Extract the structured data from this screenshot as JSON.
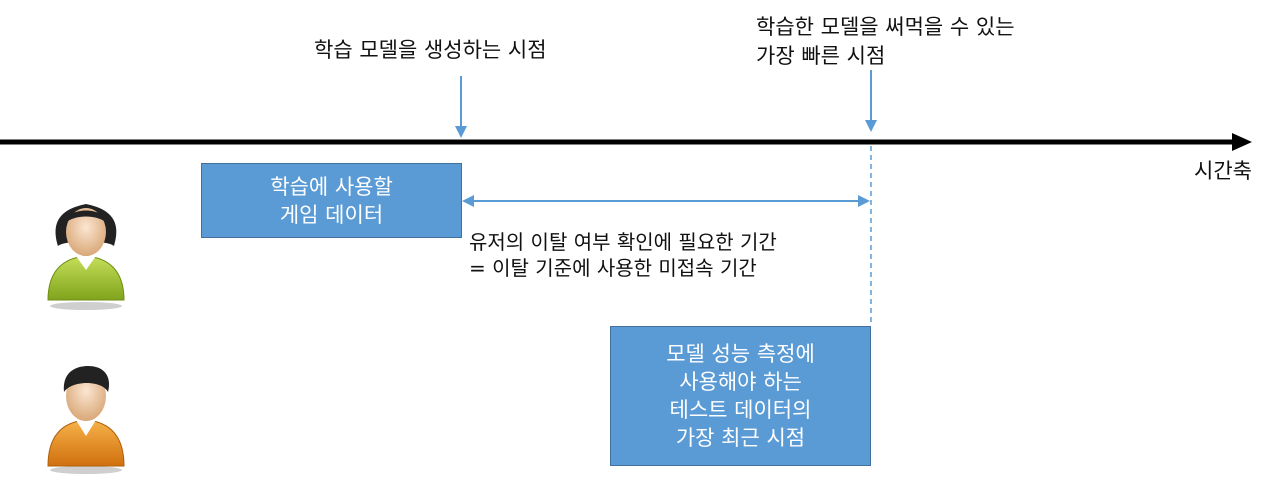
{
  "timeline": {
    "axis_label": "시간축",
    "create_point_label": "학습 모델을 생성하는 시점",
    "usable_point_label_lines": [
      "학습한 모델을 써먹을 수 있는",
      "가장 빠른 시점"
    ]
  },
  "train_box": {
    "lines": [
      "학습에 사용할",
      "게임 데이터"
    ]
  },
  "period_note": {
    "lines": [
      "유저의 이탈 여부 확인에 필요한 기간",
      "= 이탈 기준에 사용한 미접속 기간"
    ]
  },
  "test_box": {
    "lines": [
      "모델 성능 측정에",
      "사용해야 하는",
      "테스트 데이터의",
      "가장 최근 시점"
    ]
  },
  "colors": {
    "axis": "#000000",
    "accent_blue": "#5b9bd5",
    "pointer_blue": "#5b9bd5",
    "user1_body": "#9dc22d",
    "user2_body": "#e8891c"
  },
  "icons": [
    "user-green-icon",
    "user-orange-icon"
  ]
}
